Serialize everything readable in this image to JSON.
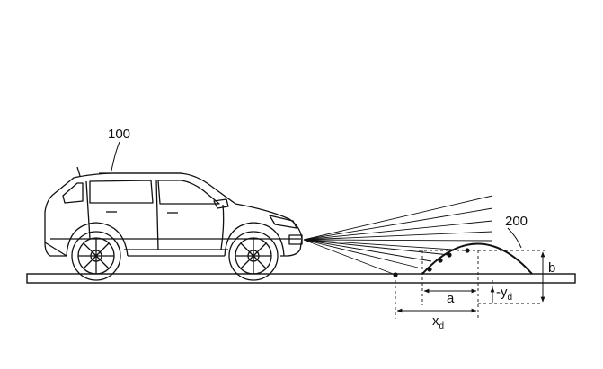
{
  "figure": {
    "vehicle_label": "100",
    "bump_label": "200",
    "dimensions": {
      "a": "a",
      "b": "b",
      "xd_main": "x",
      "xd_sub": "d",
      "yd_prefix": "-y",
      "yd_sub": "d"
    }
  },
  "colors": {
    "line": "#111111",
    "background": "#ffffff"
  }
}
